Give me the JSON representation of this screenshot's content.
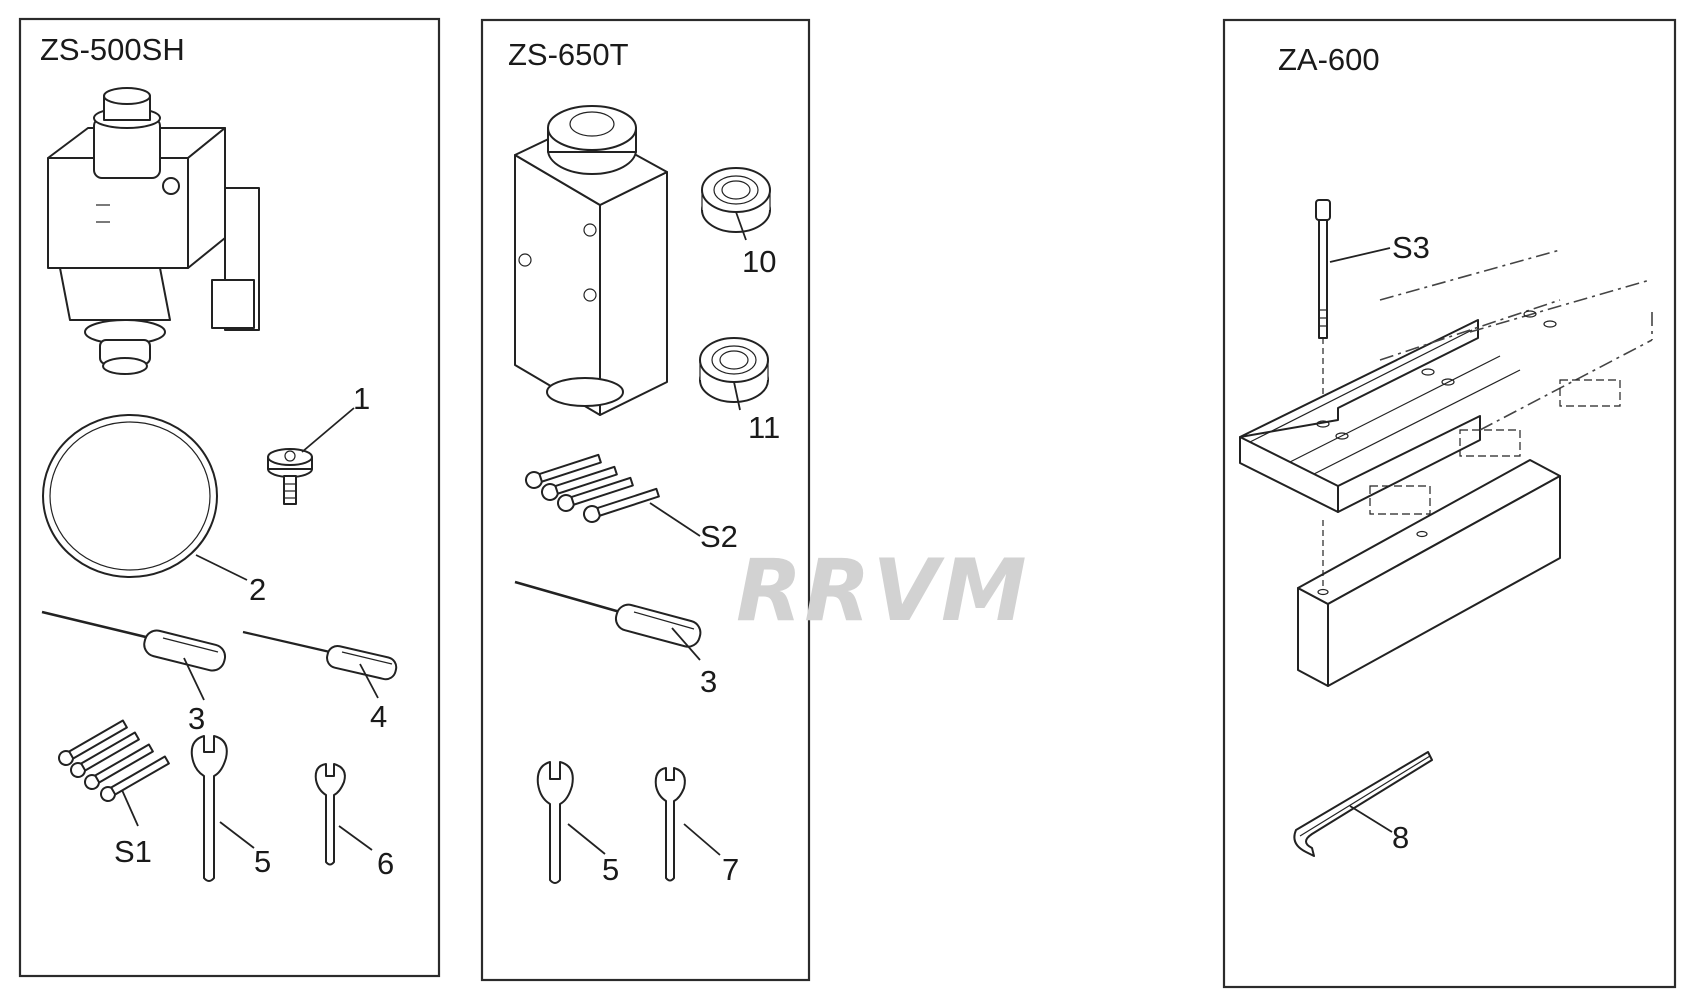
{
  "panels": [
    {
      "title": "ZS-500SH",
      "labels": {
        "p1": "1",
        "p2": "2",
        "p3": "3",
        "p4": "4",
        "s1": "S1",
        "p5": "5",
        "p6": "6"
      }
    },
    {
      "title": "ZS-650T",
      "labels": {
        "p10": "10",
        "p11": "11",
        "s2": "S2",
        "p3": "3",
        "p5": "5",
        "p7": "7"
      }
    },
    {
      "title": "ZA-600",
      "labels": {
        "s3": "S3",
        "p8": "8"
      }
    }
  ],
  "watermark": "RRVM",
  "icons": [
    "spindle-unit-icon",
    "drive-belt-icon",
    "thumb-screw-icon",
    "screwdriver-icon",
    "bolt-set-icon",
    "wrench-icon",
    "bearing-icon",
    "spindle-block-icon",
    "t-slot-table-icon",
    "support-block-icon",
    "long-bolt-icon",
    "hex-key-icon"
  ]
}
